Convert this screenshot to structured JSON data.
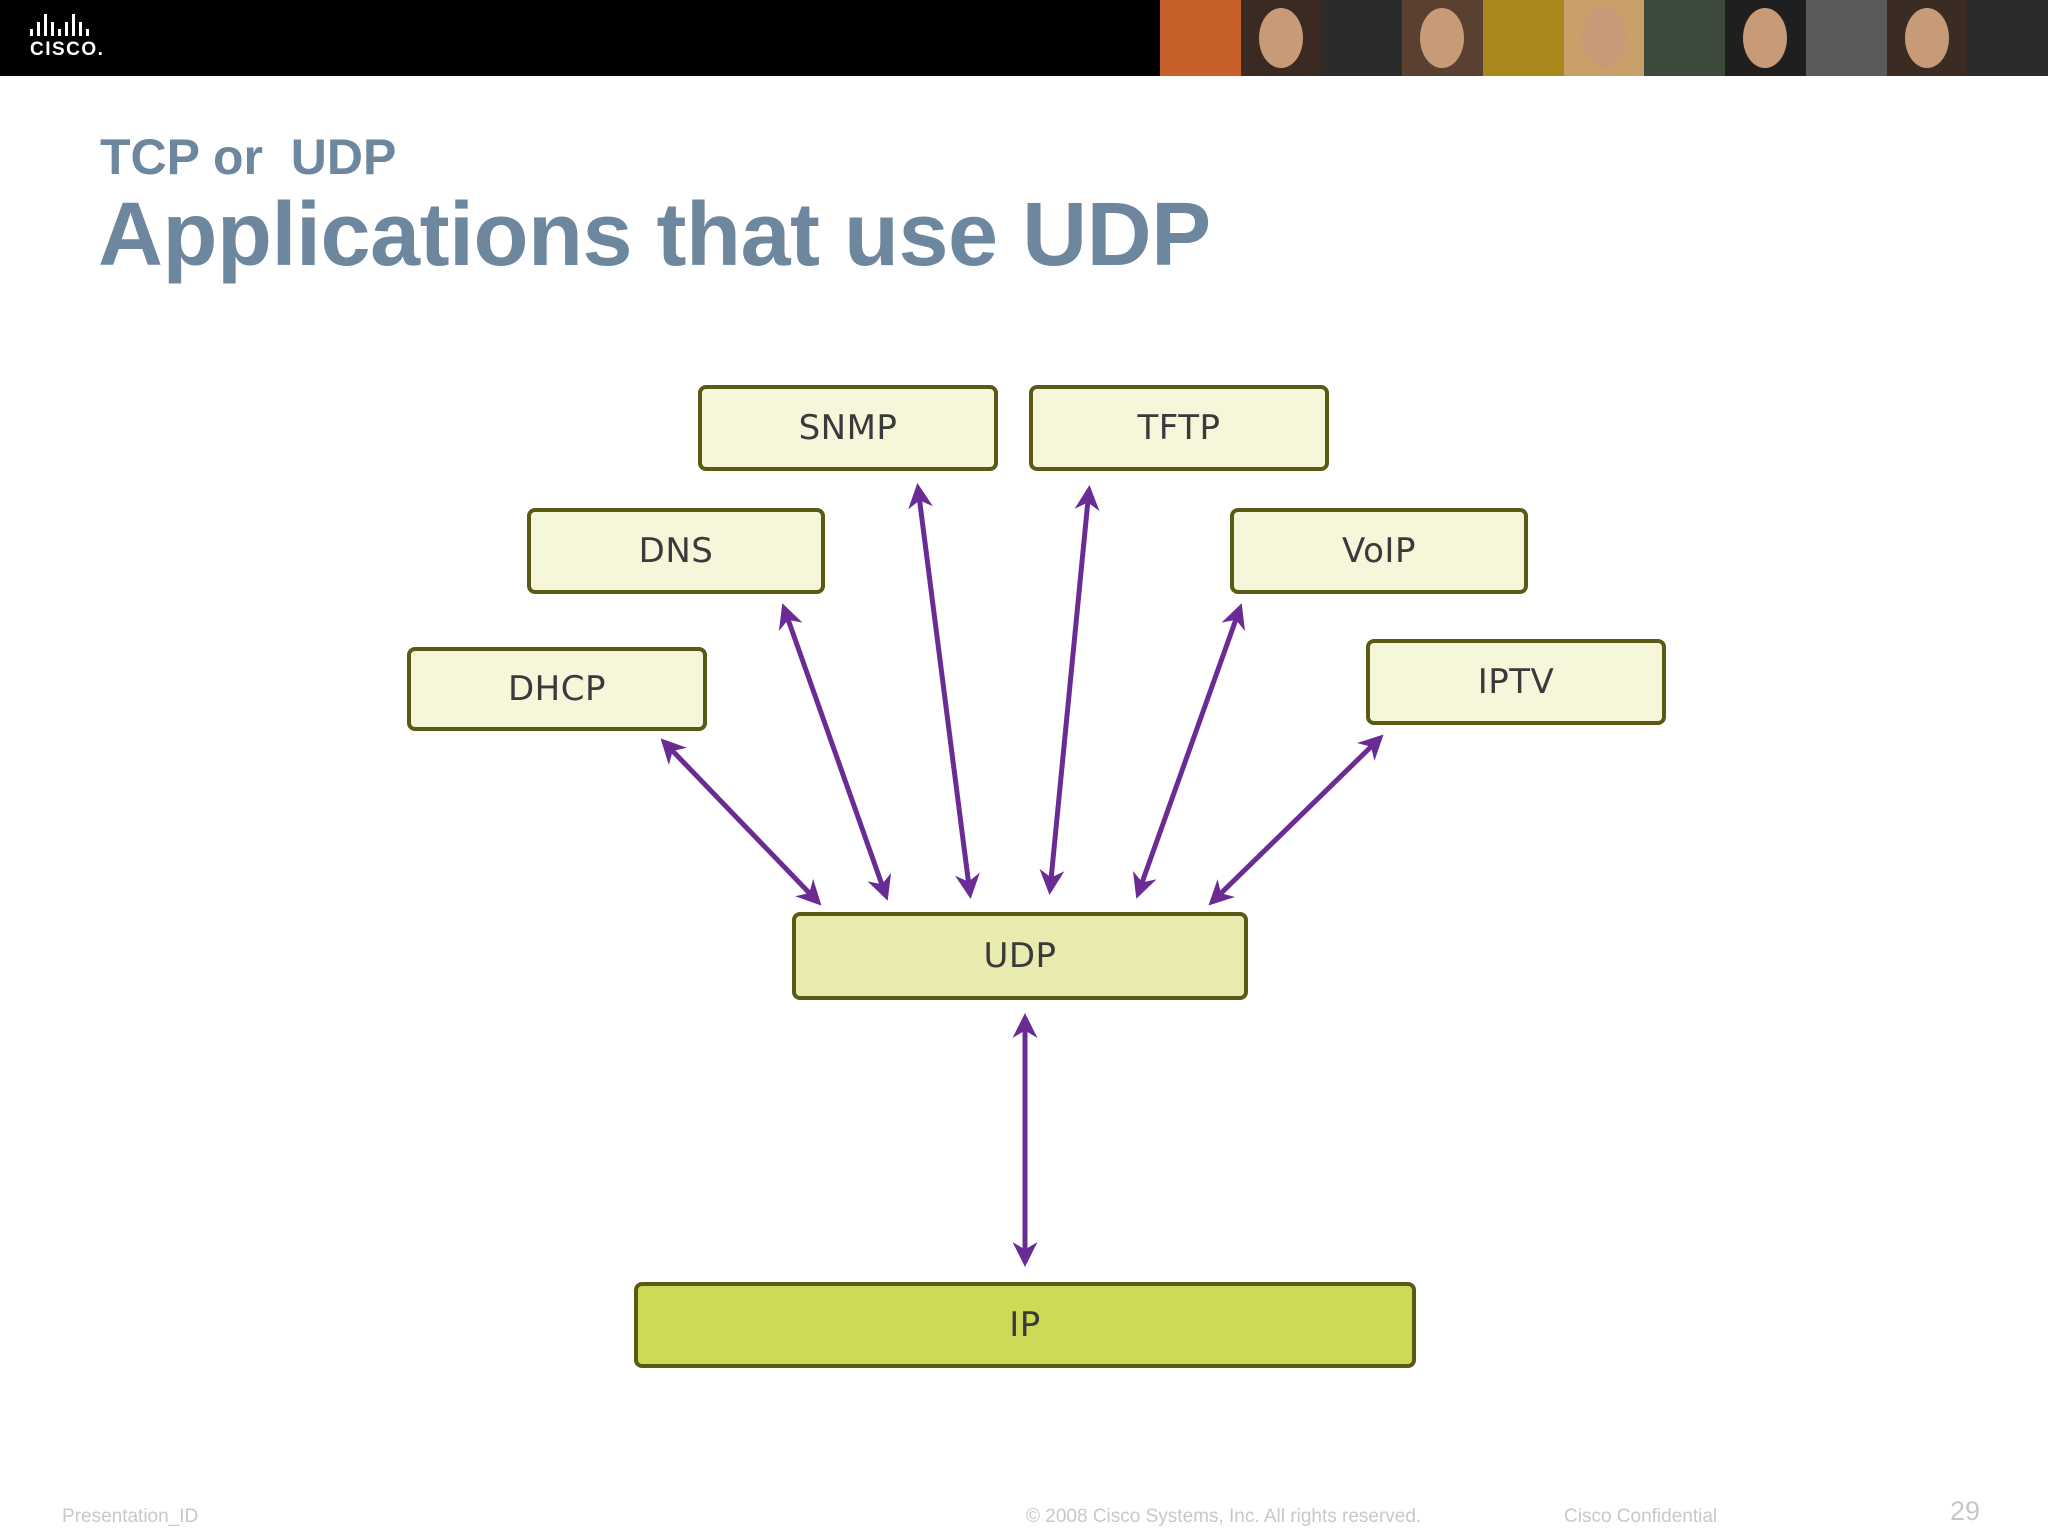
{
  "header": {
    "logo_text": "CISCO.",
    "photo_strip_colors": [
      "#c8602c",
      "#3a2a22",
      "#2b2b2b",
      "#5a4030",
      "#a8881c",
      "#c9a06a",
      "#3b4a3a",
      "#1f1f1f",
      "#5a5a5a",
      "#3a2c22",
      "#2b2b2b"
    ]
  },
  "slide": {
    "subtitle": "TCP or  UDP",
    "title": "Applications that use UDP"
  },
  "diagram": {
    "applications": [
      {
        "id": "snmp",
        "label": "SNMP"
      },
      {
        "id": "tftp",
        "label": "TFTP"
      },
      {
        "id": "dns",
        "label": "DNS"
      },
      {
        "id": "voip",
        "label": "VoIP"
      },
      {
        "id": "dhcp",
        "label": "DHCP"
      },
      {
        "id": "iptv",
        "label": "IPTV"
      }
    ],
    "transport_label": "UDP",
    "network_label": "IP",
    "arrow_color": "#6a2c94",
    "box_border_color": "#5a5a14"
  },
  "footer": {
    "presentation_id": "Presentation_ID",
    "copyright": "© 2008 Cisco Systems, Inc. All rights reserved.",
    "confidential": "Cisco Confidential",
    "page_number": "29"
  }
}
